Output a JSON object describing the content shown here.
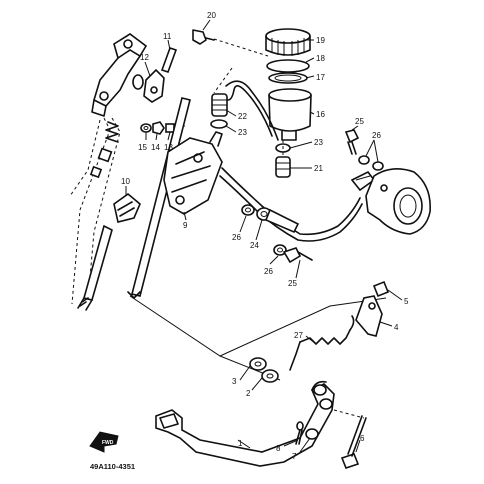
{
  "diagram": {
    "figure_code": "49A110-4351",
    "front_marker": "FWD",
    "callouts": [
      {
        "id": "c20",
        "label": "20"
      },
      {
        "id": "c19",
        "label": "19"
      },
      {
        "id": "c18",
        "label": "18"
      },
      {
        "id": "c17",
        "label": "17"
      },
      {
        "id": "c16",
        "label": "16"
      },
      {
        "id": "c12",
        "label": "12"
      },
      {
        "id": "c11",
        "label": "11"
      },
      {
        "id": "c22",
        "label": "22"
      },
      {
        "id": "c23a",
        "label": "23"
      },
      {
        "id": "c23b",
        "label": "23"
      },
      {
        "id": "c21",
        "label": "21"
      },
      {
        "id": "c25a",
        "label": "25"
      },
      {
        "id": "c26a",
        "label": "26"
      },
      {
        "id": "c15",
        "label": "15"
      },
      {
        "id": "c14",
        "label": "14"
      },
      {
        "id": "c13",
        "label": "13"
      },
      {
        "id": "c10",
        "label": "10"
      },
      {
        "id": "c9",
        "label": "9"
      },
      {
        "id": "c26b",
        "label": "26"
      },
      {
        "id": "c24",
        "label": "24"
      },
      {
        "id": "c26c",
        "label": "26"
      },
      {
        "id": "c25b",
        "label": "25"
      },
      {
        "id": "c5",
        "label": "5"
      },
      {
        "id": "c4",
        "label": "4"
      },
      {
        "id": "c27",
        "label": "27"
      },
      {
        "id": "c3",
        "label": "3"
      },
      {
        "id": "c2",
        "label": "2"
      },
      {
        "id": "c1",
        "label": "1"
      },
      {
        "id": "c8",
        "label": "8"
      },
      {
        "id": "c7",
        "label": "7"
      },
      {
        "id": "c6",
        "label": "6"
      }
    ]
  }
}
